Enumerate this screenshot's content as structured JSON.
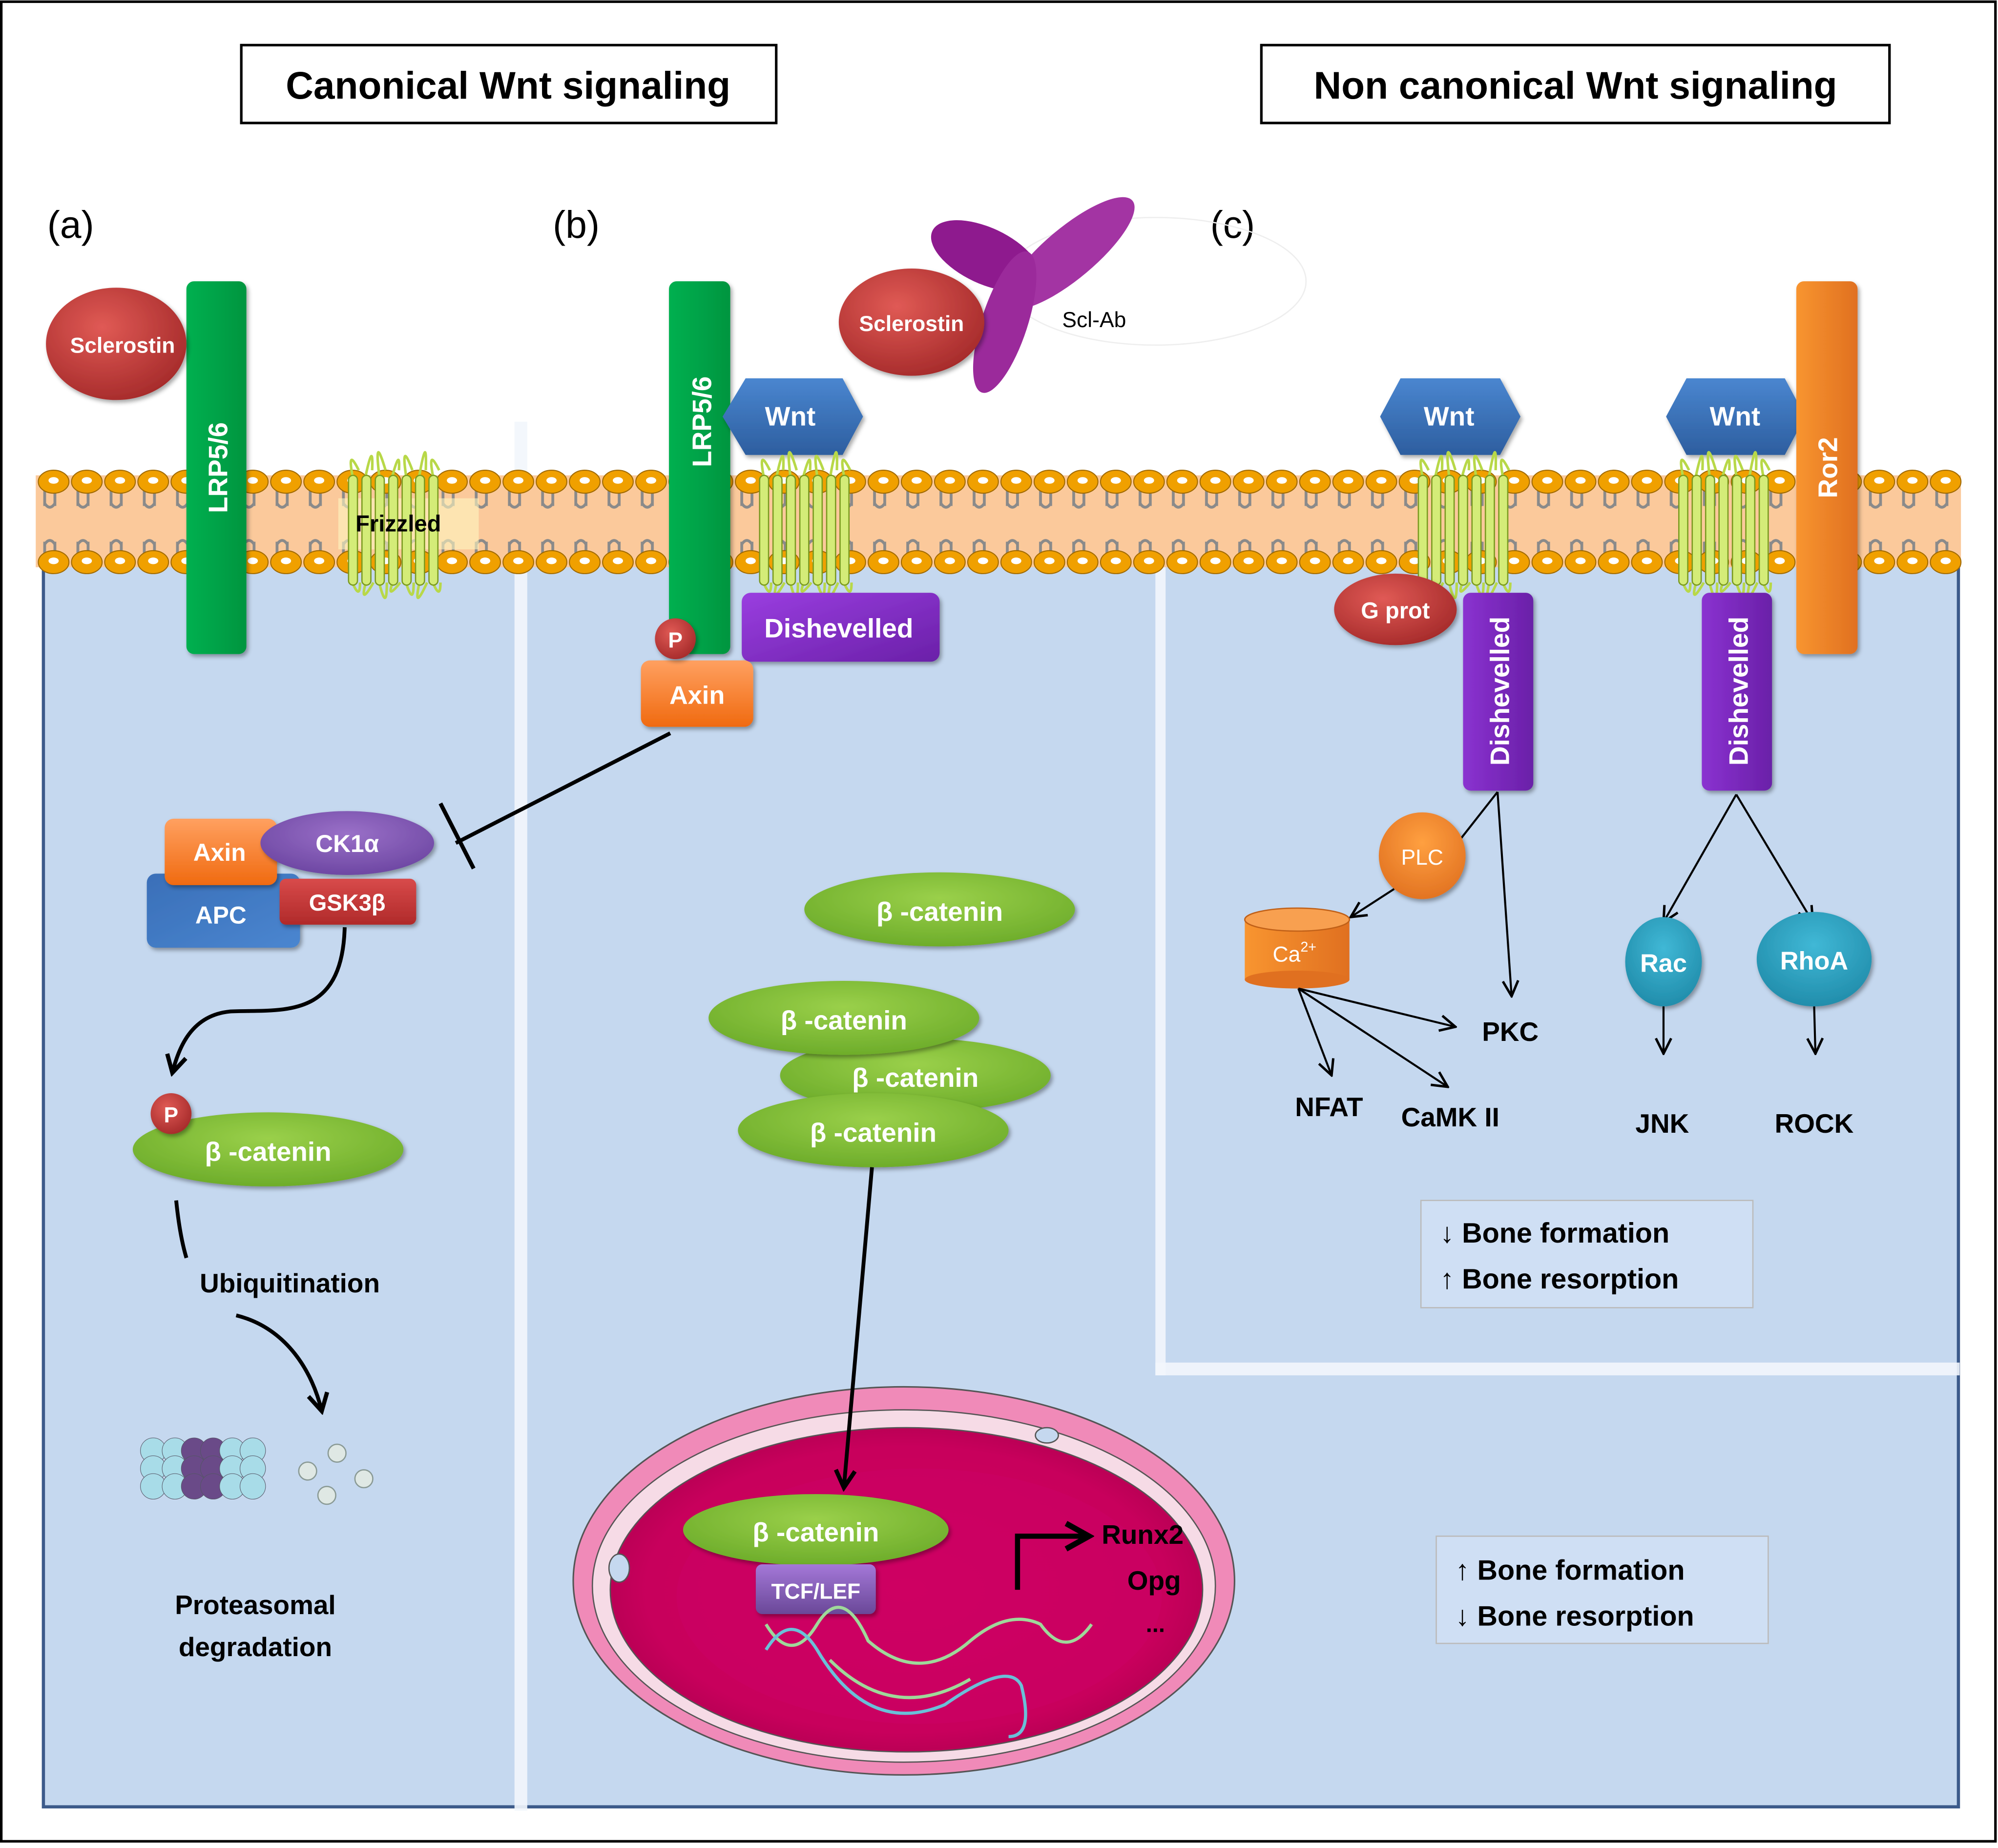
{
  "titles": {
    "canonical": "Canonical Wnt signaling",
    "non_canonical": "Non canonical Wnt signaling"
  },
  "panels": {
    "a": "(a)",
    "b": "(b)",
    "c": "(c)"
  },
  "panel_a": {
    "sclerostin": "Sclerostin",
    "receptor": "LRP5/6",
    "frizzled": "Frizzled",
    "complex": {
      "axin": "Axin",
      "ck1a": "CK1α",
      "apc": "APC",
      "gsk3b": "GSK3β"
    },
    "phospho": "P",
    "beta_catenin": "β -catenin",
    "ubiquitination": "Ubiquitination",
    "degradation_line1": "Proteasomal",
    "degradation_line2": "degradation"
  },
  "panel_b": {
    "sclerostin": "Sclerostin",
    "antibody": "Scl-Ab",
    "wnt": "Wnt",
    "receptor": "LRP5/6",
    "dishevelled": "Dishevelled",
    "phospho": "P",
    "axin": "Axin",
    "beta_catenin_free": "β -catenin",
    "beta_catenin_stack": [
      "β -catenin",
      "β -catenin",
      "β -catenin"
    ],
    "nucleus": {
      "beta_catenin": "β -catenin",
      "tcf_lef": "TCF/LEF",
      "targets": [
        "Runx2",
        "Opg",
        "..."
      ]
    },
    "outcome": {
      "line1": "↑ Bone formation",
      "line2": "↓ Bone resorption"
    }
  },
  "panel_c": {
    "wnt_left": "Wnt",
    "wnt_right": "Wnt",
    "ror2": "Ror2",
    "g_prot": "G prot",
    "dishevelled_left": "Dishevelled",
    "dishevelled_right": "Dishevelled",
    "plc": "PLC",
    "ca_base": "Ca",
    "ca_sup": "2+",
    "pkc": "PKC",
    "nfat": "NFAT",
    "camk": "CaMK II",
    "rac": "Rac",
    "rhoa": "RhoA",
    "jnk": "JNK",
    "rock": "ROCK",
    "outcome": {
      "line1": "↓ Bone formation",
      "line2": "↑ Bone resorption"
    }
  },
  "colors": {
    "cytoplasm": "#c5d8ef",
    "membrane_fill": "#fbc99b",
    "lipid_head": "#f0a000",
    "lrp": "#00a94f",
    "wnt": "#3a72bb",
    "dishevelled": "#7b2dbf",
    "sclerostin": "#c0393b",
    "axin": "#f47a20",
    "beta_catenin": "#7cbf34",
    "nucleus": "#cc0066",
    "ror2": "#f08020",
    "rac_rhoa": "#2aa6c4",
    "antibody": "#9b2a9b"
  }
}
